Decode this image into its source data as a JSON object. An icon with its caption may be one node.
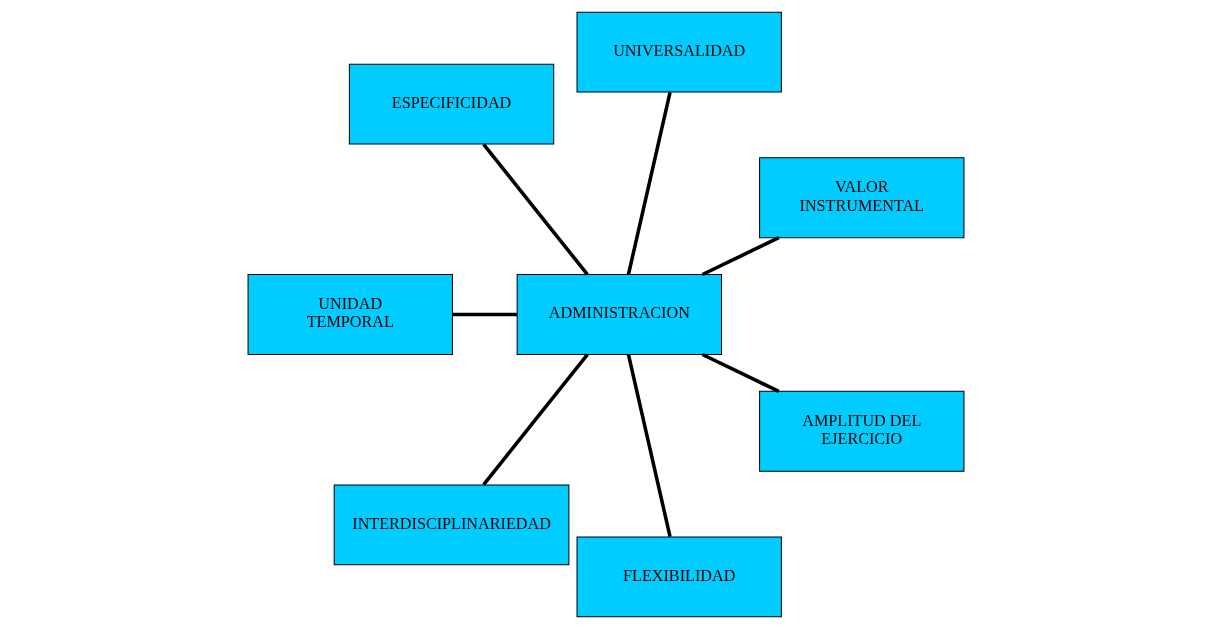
{
  "diagram": {
    "nodes": [
      {
        "text": [
          "VALOR INSTRUMENTAL"
        ]
      },
      {
        "text": [
          "UNIVERSALIDAD"
        ]
      },
      {
        "text": [
          "ESPECIFICIDAD"
        ]
      },
      {
        "text": [
          "ADMINISTRACION"
        ]
      },
      {
        "text": [
          "UNIDAD TEMPORAL"
        ]
      },
      {
        "text": [
          "INTERDISCIPLINARIEDAD"
        ]
      },
      {
        "text": [
          "FLEXIBILIDAD"
        ]
      },
      {
        "text": [
          "AMPLITUD DEL EJERCICIO"
        ]
      }
    ],
    "edges": [
      {
        "from": 3,
        "to": 0,
        "arrow": "none"
      },
      {
        "from": 3,
        "to": 1,
        "arrow": "none"
      },
      {
        "from": 3,
        "to": 2,
        "arrow": "none"
      },
      {
        "from": 3,
        "to": 4,
        "arrow": "none"
      },
      {
        "from": 3,
        "to": 5,
        "arrow": "none"
      },
      {
        "from": 3,
        "to": 6,
        "arrow": "none"
      },
      {
        "from": 3,
        "to": 7,
        "arrow": "none"
      }
    ]
  }
}
